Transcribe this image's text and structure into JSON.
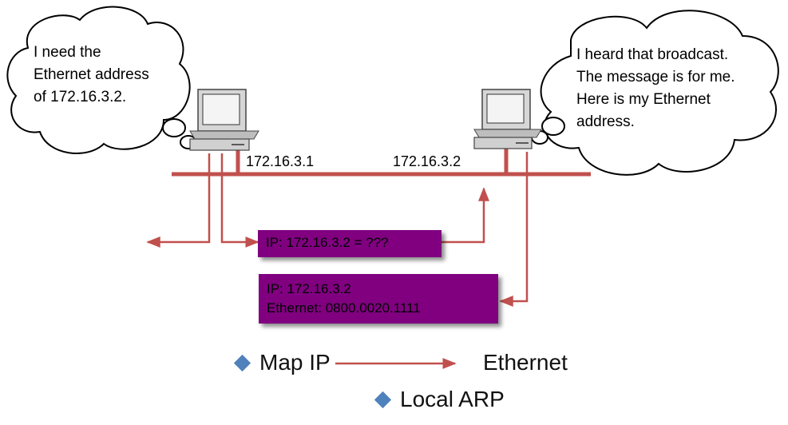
{
  "bubbles": {
    "left": "I need the\nEthernet address\nof 172.16.3.2.",
    "right": "I heard that broadcast.\nThe message is for me.\nHere is my Ethernet\naddress."
  },
  "hosts": {
    "left_ip": "172.16.3.1",
    "right_ip": "172.16.3.2"
  },
  "packets": {
    "request": "IP: 172.16.3.2 = ???",
    "reply_line1": "IP: 172.16.3.2",
    "reply_line2": "Ethernet: 0800.0020.1111"
  },
  "bullets": {
    "map_prefix": "Map IP",
    "map_suffix": "Ethernet",
    "local_arp": "Local ARP"
  },
  "colors": {
    "link": "#c0504d",
    "packet": "#800080",
    "bullet": "#4f81bd"
  }
}
